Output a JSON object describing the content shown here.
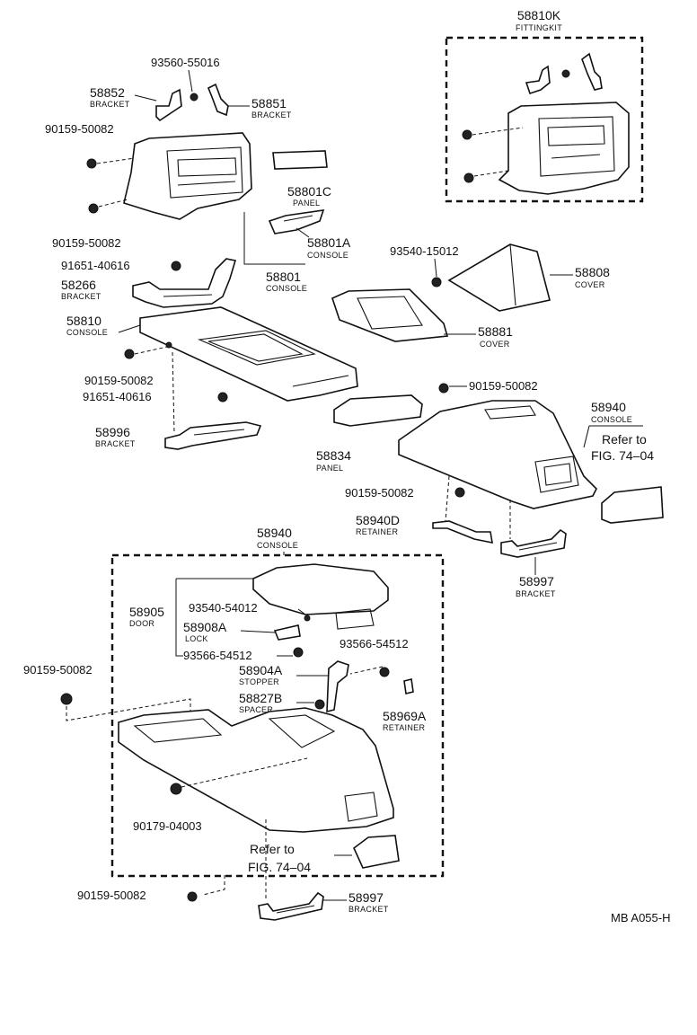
{
  "fitting_kit": {
    "number": "58810K",
    "name": "FITTINGKIT"
  },
  "labels": {
    "p93560_55016": "93560-55016",
    "p58852": "58852",
    "p58852_name": "BRACKET",
    "p58851": "58851",
    "p58851_name": "BRACKET",
    "p90159_a": "90159-50082",
    "p90159_b": "90159-50082",
    "p58801c": "58801C",
    "p58801c_name": "PANEL",
    "p58801a": "58801A",
    "p58801a_name": "CONSOLE",
    "p91651_a": "91651-40616",
    "p58801": "58801",
    "p58801_name": "CONSOLE",
    "p58266": "58266",
    "p58266_name": "BRACKET",
    "p93540_15012": "93540-15012",
    "p58808": "58808",
    "p58808_name": "COVER",
    "p58810": "58810",
    "p58810_name": "CONSOLE",
    "p58881": "58881",
    "p58881_name": "COVER",
    "p90159_c": "90159-50082",
    "p90159_d": "90159-50082",
    "p91651_b": "91651-40616",
    "p58940_top": "58940",
    "p58940_top_name": "CONSOLE",
    "refer_1a": "Refer to",
    "refer_1b": "FIG. 74–04",
    "p58996": "58996",
    "p58996_name": "BRACKET",
    "p58834": "58834",
    "p58834_name": "PANEL",
    "p90159_e": "90159-50082",
    "p58940d": "58940D",
    "p58940d_name": "RETAINER",
    "p58997_a": "58997",
    "p58997_a_name": "BRACKET",
    "p58940_box": "58940",
    "p58940_box_name": "CONSOLE",
    "p58905": "58905",
    "p58905_name": "DOOR",
    "p93540_54012": "93540-54012",
    "p58908a": "58908A",
    "p58908a_name": "LOCK",
    "p93566_a": "93566-54512",
    "p93566_b": "93566-54512",
    "p90159_f": "90159-50082",
    "p58904a": "58904A",
    "p58904a_name": "STOPPER",
    "p58827b": "58827B",
    "p58827b_name": "SPACER",
    "p58969a": "58969A",
    "p58969a_name": "RETAINER",
    "p90179": "90179-04003",
    "refer_2a": "Refer to",
    "refer_2b": "FIG. 74–04",
    "p90159_g": "90159-50082",
    "p58997_b": "58997",
    "p58997_b_name": "BRACKET"
  },
  "diagram_code": "MB A055-H"
}
